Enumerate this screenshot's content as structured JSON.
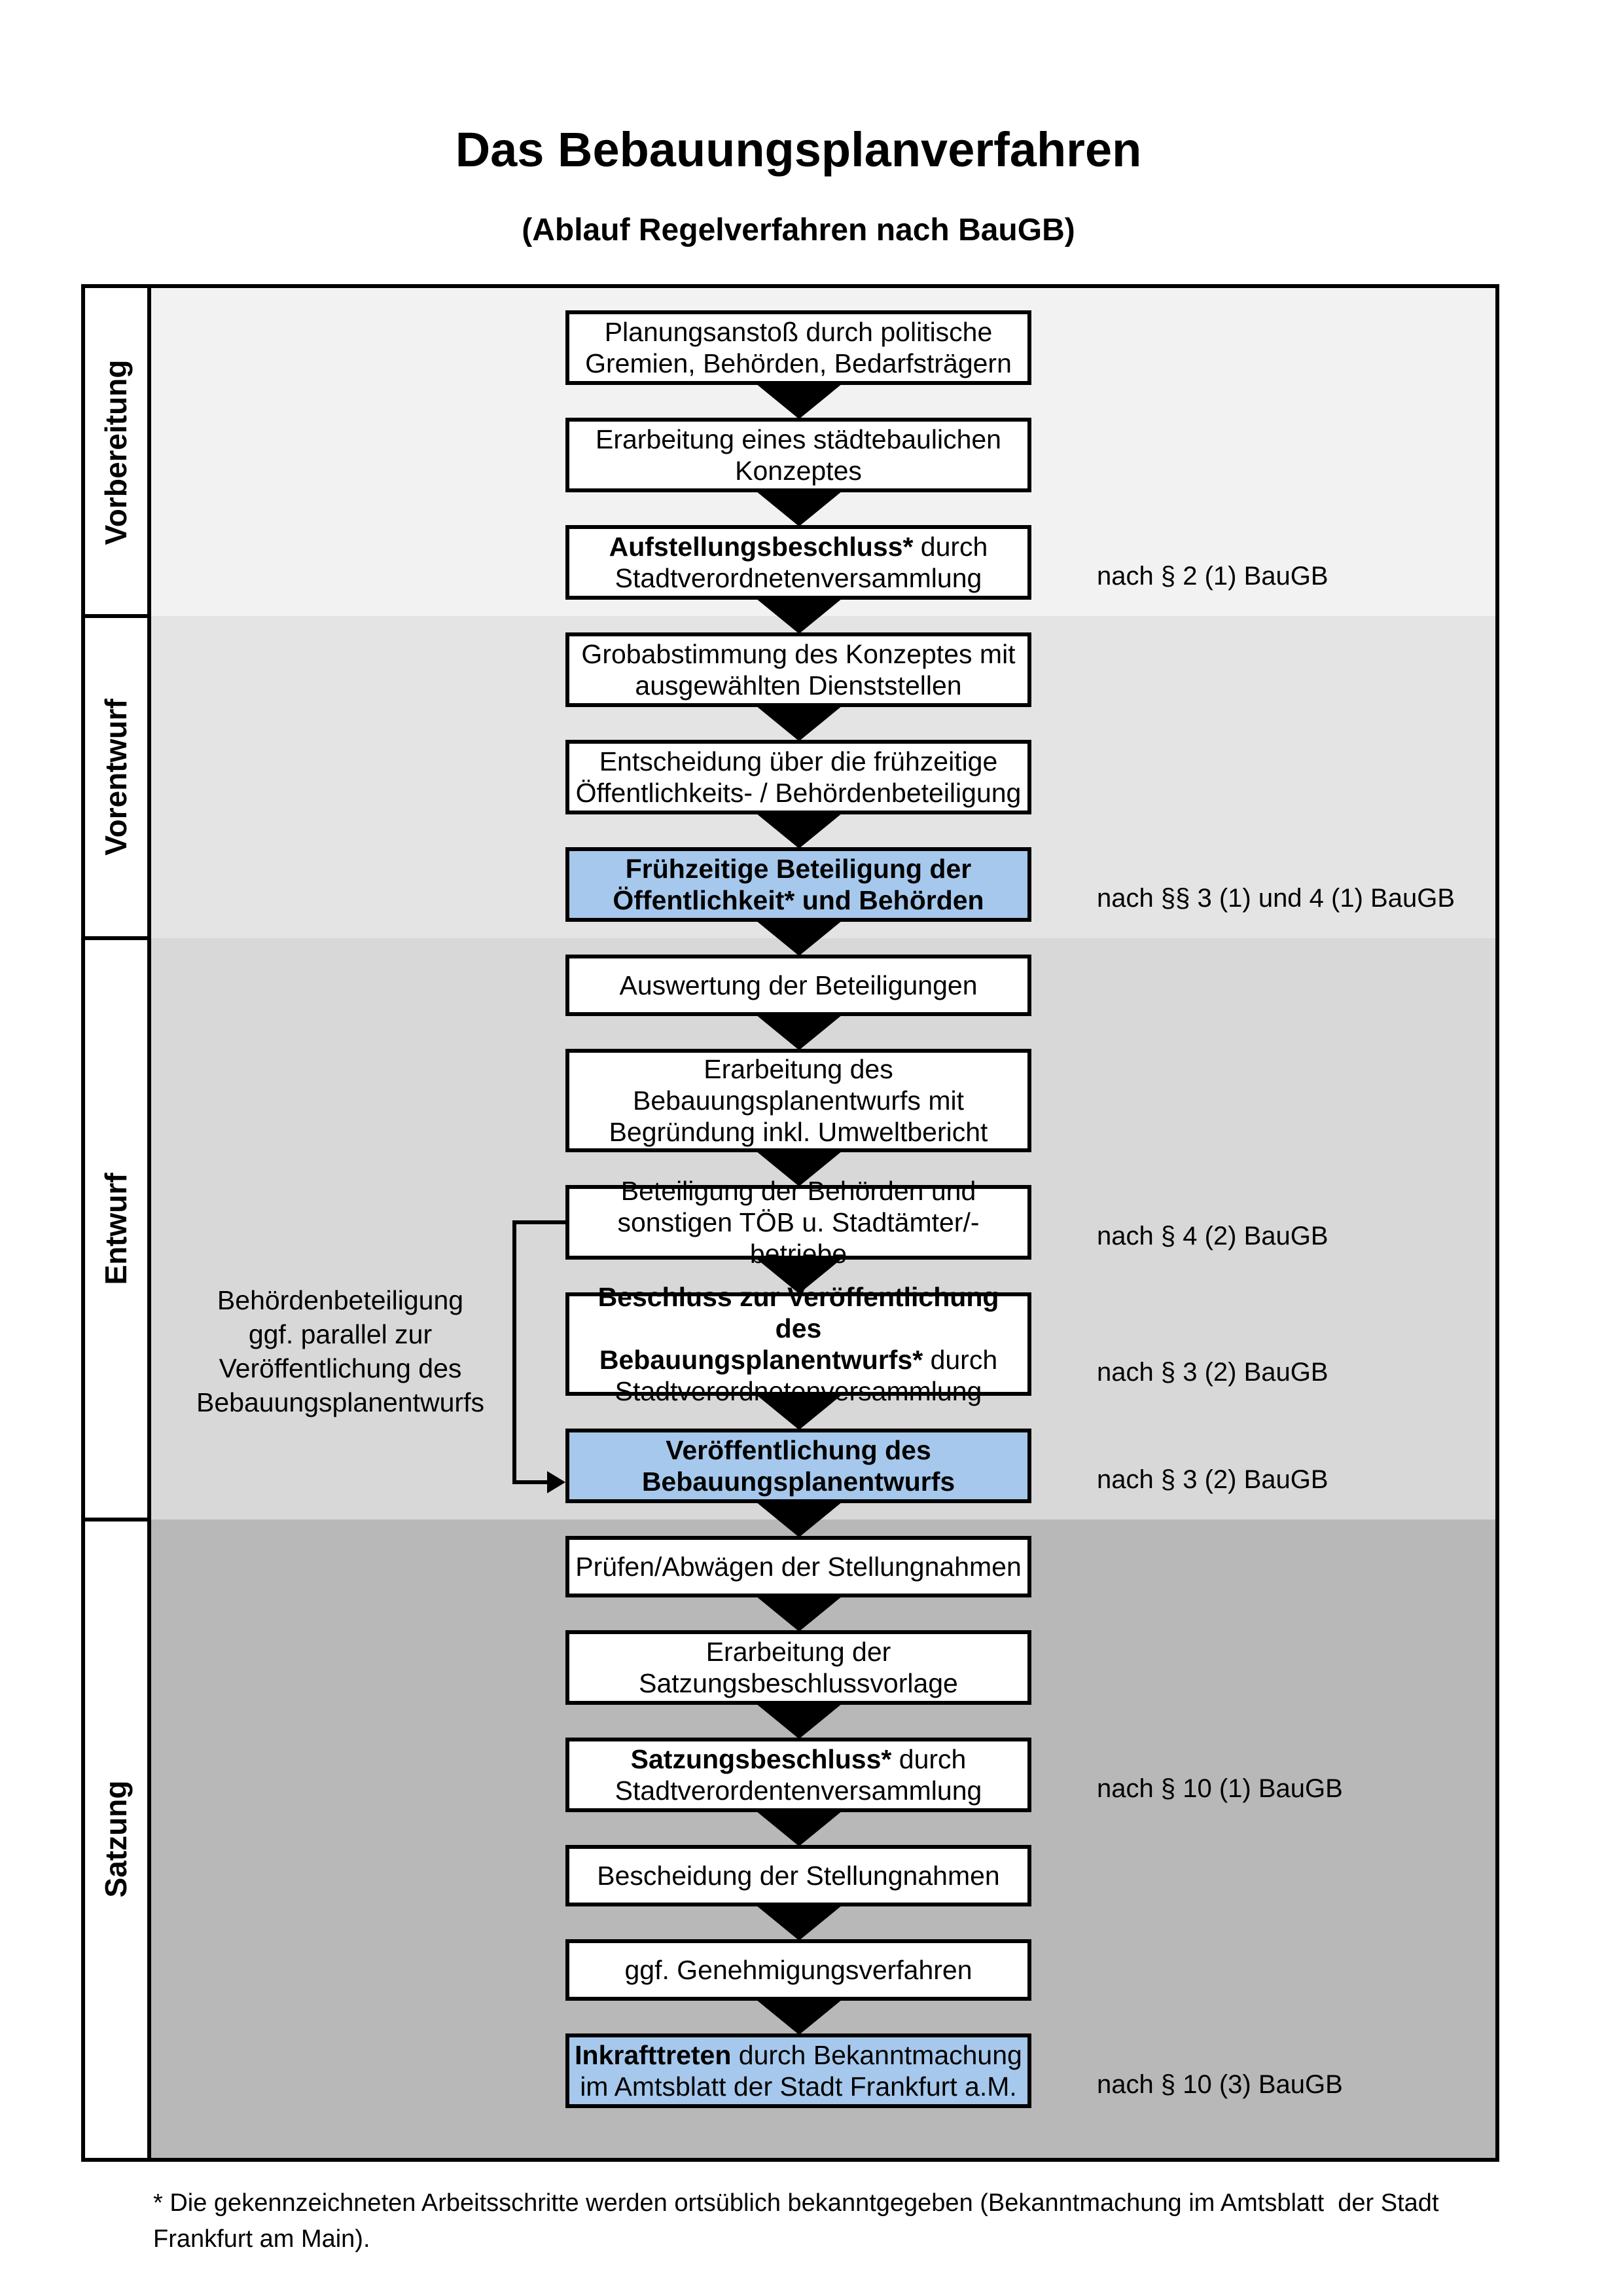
{
  "title": "Das Bebauungsplanverfahren",
  "subtitle": "(Ablauf Regelverfahren nach BauGB)",
  "colors": {
    "border": "#000000",
    "box_bg": "#ffffff",
    "highlight_bg": "#a6c8ec",
    "section_bgs": [
      "#f2f2f2",
      "#e4e4e4",
      "#d8d8d8",
      "#b8b8b8"
    ]
  },
  "sections": [
    {
      "label": "Vorbereitung"
    },
    {
      "label": "Vorentwurf"
    },
    {
      "label": "Entwurf"
    },
    {
      "label": "Satzung"
    }
  ],
  "steps": [
    {
      "section": 0,
      "bold": "",
      "text": "Planungsanstoß durch politische\nGremien, Behörden, Bedarfsträgern",
      "highlight": false,
      "note": ""
    },
    {
      "section": 0,
      "bold": "",
      "text": "Erarbeitung eines städtebaulichen\nKonzeptes",
      "highlight": false,
      "note": ""
    },
    {
      "section": 0,
      "bold": "Aufstellungsbeschluss*",
      "text": " durch\nStadtverordnetenversammlung",
      "highlight": false,
      "note": "nach § 2 (1) BauGB"
    },
    {
      "section": 1,
      "bold": "",
      "text": "Grobabstimmung des Konzeptes mit\nausgewählten Dienststellen",
      "highlight": false,
      "note": ""
    },
    {
      "section": 1,
      "bold": "",
      "text": "Entscheidung über die frühzeitige\nÖffentlichkeits- / Behördenbeteiligung",
      "highlight": false,
      "note": ""
    },
    {
      "section": 1,
      "bold": "Frühzeitige Beteiligung der\nÖffentlichkeit* und Behörden",
      "text": "",
      "highlight": true,
      "note": "nach §§ 3 (1) und 4 (1) BauGB"
    },
    {
      "section": 2,
      "bold": "",
      "text": "Auswertung der Beteiligungen",
      "highlight": false,
      "note": ""
    },
    {
      "section": 2,
      "bold": "",
      "text": "Erarbeitung des\nBebauungsplanentwurfs mit\nBegründung inkl. Umweltbericht",
      "highlight": false,
      "note": ""
    },
    {
      "section": 2,
      "bold": "",
      "text": "Beteiligung der Behörden und\nsonstigen TÖB u. Stadtämter/-betriebe",
      "highlight": false,
      "note": "nach § 4 (2) BauGB"
    },
    {
      "section": 2,
      "bold": "Beschluss zur Veröffentlichung des\nBebauungsplanentwurfs*",
      "text": " durch\nStadtverordnetenversammlung",
      "highlight": false,
      "note": "nach § 3 (2) BauGB"
    },
    {
      "section": 2,
      "bold": "Veröffentlichung des\nBebauungsplanentwurfs",
      "text": "",
      "highlight": true,
      "note": "nach § 3 (2) BauGB"
    },
    {
      "section": 3,
      "bold": "",
      "text": "Prüfen/Abwägen der Stellungnahmen",
      "highlight": false,
      "note": ""
    },
    {
      "section": 3,
      "bold": "",
      "text": "Erarbeitung der\nSatzungsbeschlussvorlage",
      "highlight": false,
      "note": ""
    },
    {
      "section": 3,
      "bold": "Satzungsbeschluss*",
      "text": " durch\nStadtverordentenversammlung",
      "highlight": false,
      "note": "nach § 10 (1) BauGB"
    },
    {
      "section": 3,
      "bold": "",
      "text": "Bescheidung der Stellungnahmen",
      "highlight": false,
      "note": ""
    },
    {
      "section": 3,
      "bold": "",
      "text": "ggf. Genehmigungsverfahren",
      "highlight": false,
      "note": ""
    },
    {
      "section": 3,
      "bold": "Inkrafttreten",
      "text": " durch Bekanntmachung\nim Amtsblatt der Stadt Frankfurt a.M.",
      "highlight": true,
      "note": "nach § 10 (3) BauGB"
    }
  ],
  "side_annotation": "Behördenbeteiligung\nggf. parallel zur\nVeröffentlichung des\nBebauungsplanentwurfs",
  "footnote": "* Die gekennzeichneten Arbeitsschritte werden ortsüblich bekanntgegeben (Bekanntmachung im Amtsblatt  der Stadt\nFrankfurt am Main)."
}
